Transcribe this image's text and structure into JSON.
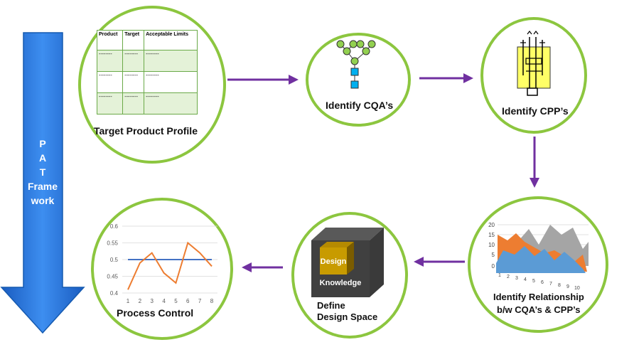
{
  "pat_arrow": {
    "letters": [
      "P",
      "A",
      "T"
    ],
    "line1": "Frame",
    "line2": "work"
  },
  "tpp": {
    "label": "Target Product Profile",
    "headers": [
      "Product",
      "Target",
      "Acceptable Limits"
    ],
    "cell": "--------"
  },
  "cqa": {
    "label": "Identify CQA’s"
  },
  "cpp": {
    "label": "Identify CPP’s"
  },
  "relationship": {
    "line1": "Identify Relationship",
    "line2": "b/w CQA’s & CPP’s",
    "y_ticks": [
      "0",
      "5",
      "10",
      "15",
      "20"
    ],
    "x_ticks": [
      "1",
      "2",
      "3",
      "4",
      "5",
      "6",
      "7",
      "8",
      "9",
      "10"
    ]
  },
  "design_space": {
    "line1": "Define",
    "line2": "Design Space",
    "inner": "Design",
    "outer": "Knowledge"
  },
  "process_control": {
    "label": "Process Control"
  },
  "colors": {
    "ring": "#8cc63f",
    "arrow": "#7030a0",
    "pat": "#1f6fd1"
  },
  "chart_data": {
    "type": "line",
    "x": [
      1,
      2,
      3,
      4,
      5,
      6,
      7,
      8
    ],
    "series": [
      {
        "values": [
          0.41,
          0.49,
          0.52,
          0.46,
          0.43,
          0.55,
          0.52,
          0.48
        ],
        "color": "#ed7d31"
      },
      {
        "values": [
          0.5,
          0.5,
          0.5,
          0.5,
          0.5,
          0.5,
          0.5,
          0.5
        ],
        "color": "#4472c4"
      }
    ],
    "y_ticks": [
      "0.4",
      "0.45",
      "0.5",
      "0.55",
      "0.6"
    ],
    "ylim": [
      0.4,
      0.6
    ],
    "grid": true
  }
}
